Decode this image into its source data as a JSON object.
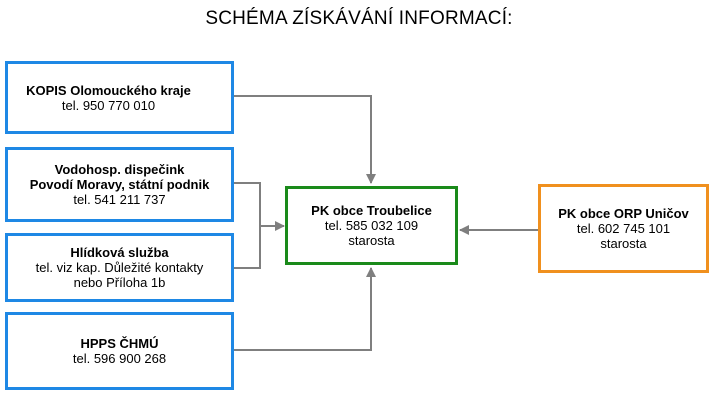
{
  "title": "SCHÉMA ZÍSKÁVÁNÍ INFORMACÍ:",
  "boxes": {
    "kopis": {
      "name": "KOPIS Olomouckého kraje",
      "phone": "tel. 950 770 010"
    },
    "vodohosp": {
      "name_line1": "Vodohosp. dispečink",
      "name_line2": "Povodí Moravy, státní podnik",
      "phone": "tel. 541 211 737"
    },
    "hlidkova": {
      "name": "Hlídková služba",
      "line2": "tel. viz kap. Důležité kontakty",
      "line3": "nebo Příloha 1b"
    },
    "hpps": {
      "name": "HPPS ČHMÚ",
      "phone": "tel. 596 900 268"
    },
    "pk_obce": {
      "name": "PK obce Troubelice",
      "phone": "tel. 585 032 109",
      "role": "starosta"
    },
    "pk_orp": {
      "name": "PK obce ORP Uničov",
      "phone": "tel. 602 745 101",
      "role": "starosta"
    }
  },
  "colors": {
    "source_border": "#1e88e5",
    "center_border": "#1a8a1a",
    "orp_border": "#f0901e",
    "arrow": "#7f7f7f"
  }
}
